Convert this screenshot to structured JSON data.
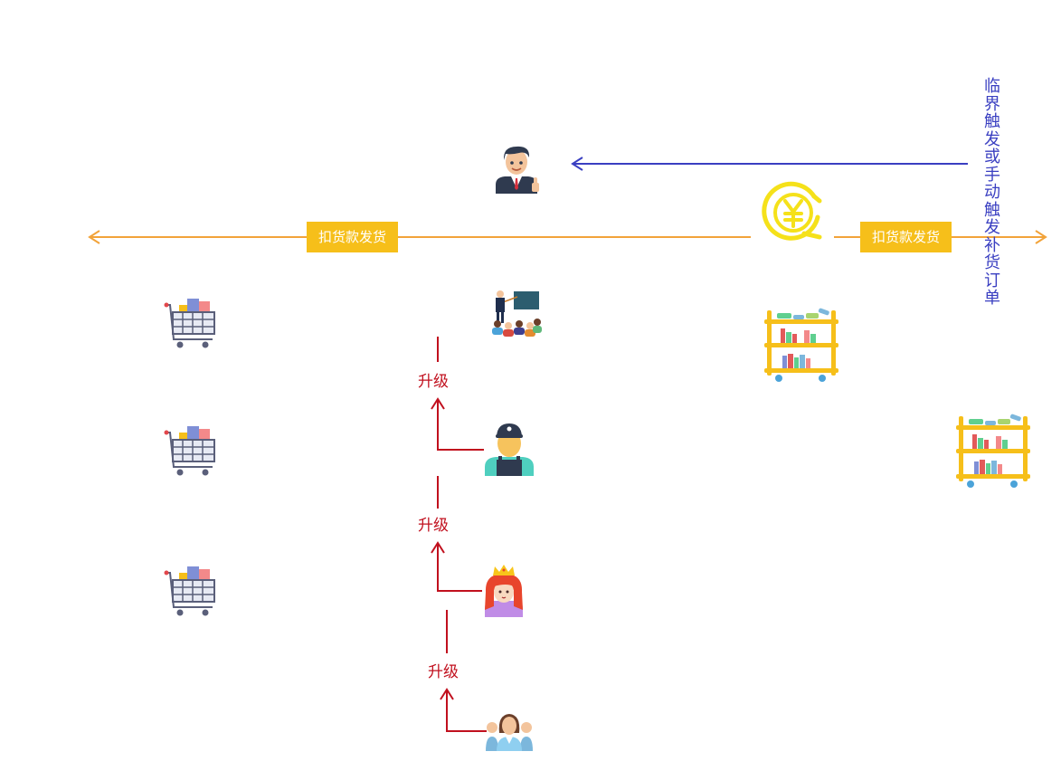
{
  "colors": {
    "orange": "#f2a33a",
    "gold": "#f6bf1a",
    "blue": "#3a3fc1",
    "red": "#c1101e",
    "badge_text": "#ffffff"
  },
  "flow": {
    "deduct_left_label": "扣货款发货",
    "deduct_right_label": "扣货款发货",
    "trigger_label": "临界触发或手动触发补货订单",
    "upgrade_labels": [
      "升级",
      "升级",
      "升级"
    ]
  },
  "icons": {
    "top_agent": "businessman-thumbs-up-icon",
    "trainer": "trainer-teaching-group-icon",
    "worker": "worker-cap-icon",
    "princess": "crowned-girl-icon",
    "crowd": "crowd-people-icon",
    "carts": [
      "shopping-cart-icon",
      "shopping-cart-icon",
      "shopping-cart-icon"
    ],
    "shelves": [
      "goods-shelf-icon",
      "goods-shelf-icon"
    ],
    "payment": "yuan-payment-icon"
  }
}
